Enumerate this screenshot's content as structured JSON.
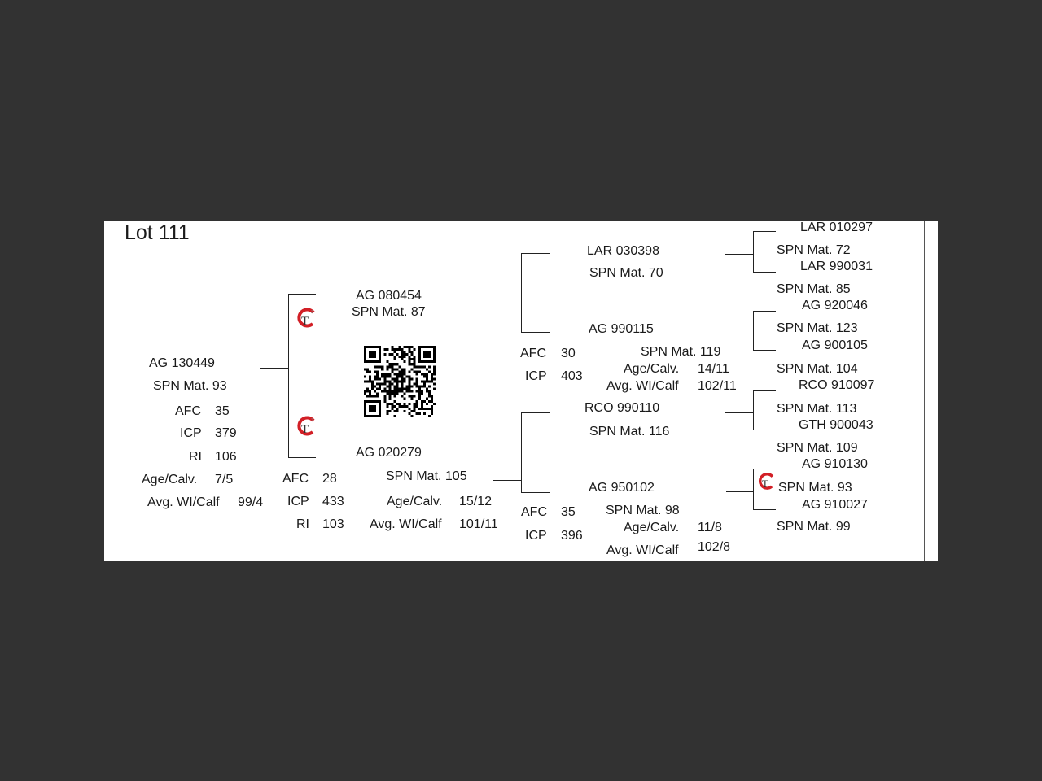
{
  "lot": {
    "title": "Lot 111"
  },
  "sire": {
    "id": "AG  130449",
    "spn": "SPN Mat. 93",
    "afc_label": "AFC",
    "afc": "35",
    "icp_label": "ICP",
    "icp": "379",
    "ri_label": "RI",
    "ri": "106",
    "age_label": "Age/Calv.",
    "age": "7/5",
    "wi_label": "Avg. WI/Calf",
    "wi": "99/4"
  },
  "gen1": {
    "top": {
      "id": "AG  080454",
      "spn": "SPN Mat. 87"
    },
    "bottom": {
      "id": "AG  020279",
      "spn": "SPN Mat. 105",
      "afc_label": "AFC",
      "afc": "28",
      "icp_label": "ICP",
      "icp": "433",
      "ri_label": "RI",
      "ri": "103",
      "age_label": "Age/Calv.",
      "age": "15/12",
      "wi_label": "Avg. WI/Calf",
      "wi": "101/11"
    }
  },
  "gen2": {
    "a": {
      "id": "LAR 030398",
      "spn": "SPN Mat. 70"
    },
    "b": {
      "id": "AG  990115",
      "spn": "SPN Mat. 119",
      "afc_label": "AFC",
      "afc": "30",
      "icp_label": "ICP",
      "icp": "403",
      "age_label": "Age/Calv.",
      "age": "14/11",
      "wi_label": "Avg. WI/Calf",
      "wi": "102/11"
    },
    "c": {
      "id": "RCO 990110",
      "spn": "SPN Mat. 116"
    },
    "d": {
      "id": "AG  950102",
      "spn": "SPN Mat. 98",
      "afc_label": "AFC",
      "afc": "35",
      "icp_label": "ICP",
      "icp": "396",
      "age_label": "Age/Calv.",
      "age": "11/8",
      "wi_label": "Avg. WI/Calf",
      "wi": "102/8"
    }
  },
  "gen3": {
    "a1": {
      "id": "LAR 010297",
      "spn": "SPN Mat. 72"
    },
    "a2": {
      "id": "LAR 990031",
      "spn": "SPN Mat. 85"
    },
    "b1": {
      "id": "AG  920046",
      "spn": "SPN Mat. 123"
    },
    "b2": {
      "id": "AG  900105",
      "spn": "SPN Mat. 104"
    },
    "c1": {
      "id": "RCO 910097",
      "spn": "SPN Mat. 113"
    },
    "c2": {
      "id": "GTH 900043",
      "spn": "SPN Mat. 109"
    },
    "d1": {
      "id": "AG  910130",
      "spn": "SPN Mat. 93"
    },
    "d2": {
      "id": "AG  910027",
      "spn": "SPN Mat. 99"
    }
  },
  "icons": {
    "logo": "gt-logo-icon",
    "qr": "qr-code-icon"
  },
  "colors": {
    "background": "#323232",
    "sheet": "#ffffff",
    "logo_red": "#d21f26"
  }
}
